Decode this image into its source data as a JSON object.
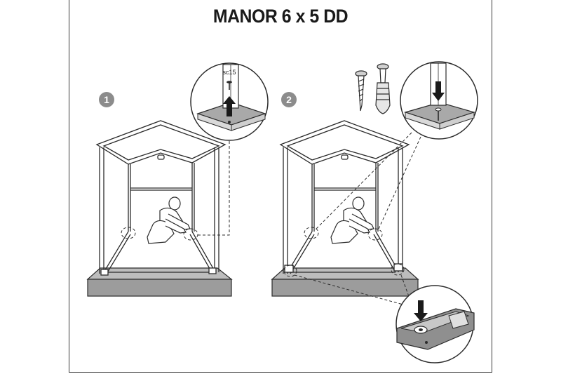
{
  "title": "MANOR 6 x 5 DD",
  "steps": [
    {
      "number": "1",
      "part_label": "sc15"
    },
    {
      "number": "2"
    }
  ],
  "colors": {
    "line": "#2b2b2b",
    "base": "#9c9c9c",
    "badge": "#8c8c8c",
    "plate": "#a9a9a9"
  },
  "icons": [
    "arrow-up-icon",
    "arrow-down-icon",
    "screw-icon",
    "wall-plug-icon"
  ]
}
